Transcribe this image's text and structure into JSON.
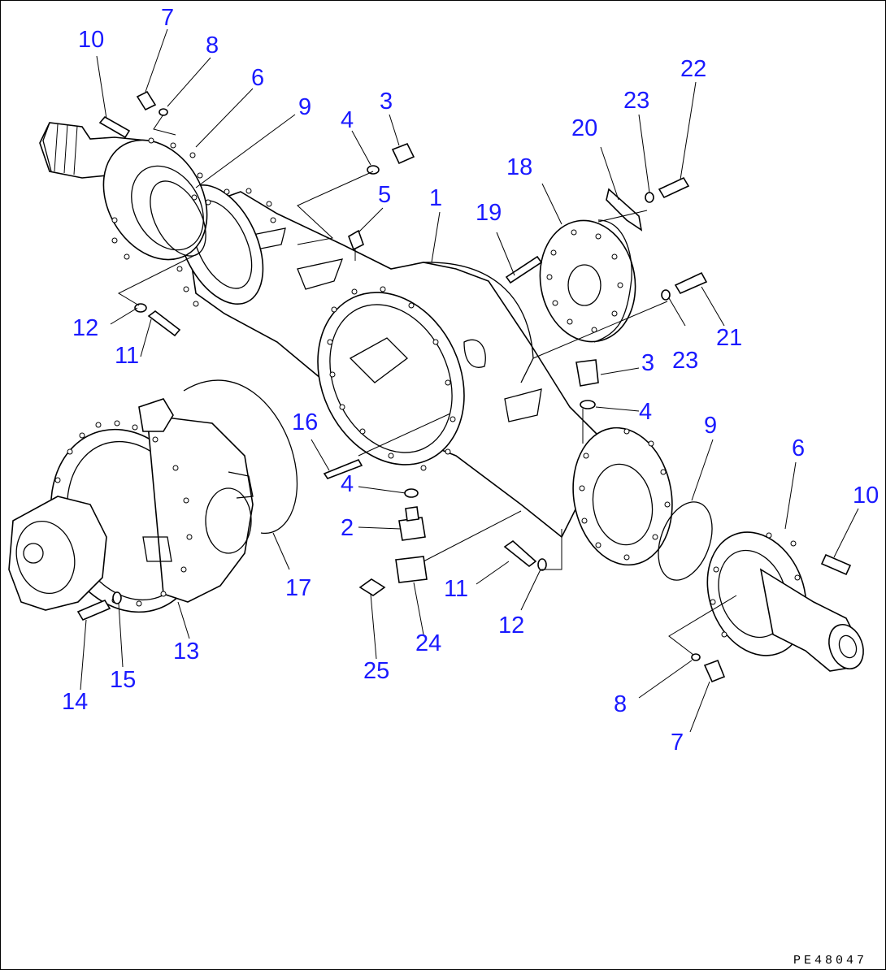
{
  "drawing_code": "PE48047",
  "callouts": [
    "1",
    "2",
    "3",
    "3",
    "4",
    "4",
    "4",
    "5",
    "6",
    "6",
    "7",
    "7",
    "8",
    "8",
    "9",
    "9",
    "10",
    "10",
    "11",
    "11",
    "12",
    "12",
    "13",
    "14",
    "15",
    "16",
    "17",
    "18",
    "19",
    "20",
    "21",
    "22",
    "23",
    "23",
    "24",
    "25"
  ],
  "colors": {
    "callout": "#1a1aff",
    "line": "#000000",
    "background": "#ffffff"
  }
}
